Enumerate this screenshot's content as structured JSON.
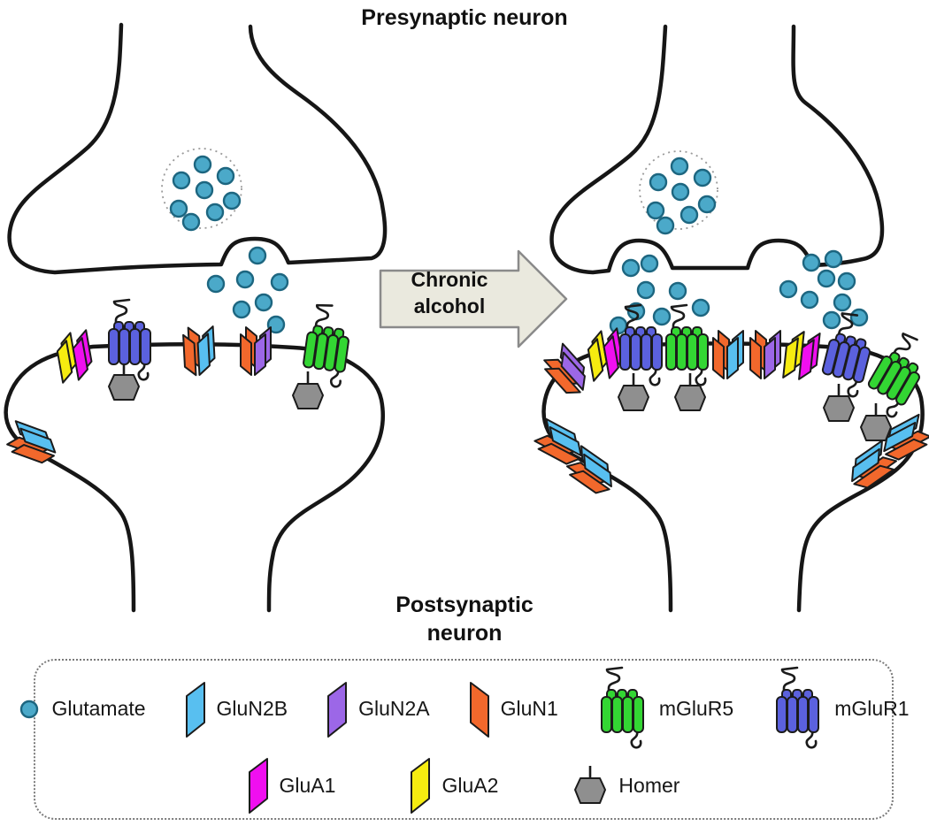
{
  "titles": {
    "presynaptic": "Presynaptic neuron",
    "postsynaptic": "Postsynaptic neuron"
  },
  "arrow": {
    "label_line1": "Chronic",
    "label_line2": "alcohol"
  },
  "legend": {
    "row1": [
      {
        "id": "glutamate",
        "label": "Glutamate",
        "color": "#4BA9C9"
      },
      {
        "id": "glun2b",
        "label": "GluN2B",
        "color": "#58BFF0"
      },
      {
        "id": "glun2a",
        "label": "GluN2A",
        "color": "#9C67E7"
      },
      {
        "id": "glun1",
        "label": "GluN1",
        "color": "#F2682C"
      },
      {
        "id": "mglur5",
        "label": "mGluR5",
        "color": "#33D633"
      },
      {
        "id": "mglur1",
        "label": "mGluR1",
        "color": "#5B61DE"
      }
    ],
    "row2": [
      {
        "id": "glua1",
        "label": "GluA1",
        "color": "#F00FF0"
      },
      {
        "id": "glua2",
        "label": "GluA2",
        "color": "#F6EC10"
      },
      {
        "id": "homer",
        "label": "Homer",
        "color": "#8F8F8F"
      }
    ]
  },
  "colors": {
    "outline": "#1B1B1B",
    "membrane": "#161616",
    "glutamate_fill": "#4BA9C9",
    "glutamate_stroke": "#1D6680",
    "arrow_fill": "#EAE9DE",
    "arrow_stroke": "#8A8A8A",
    "vesicle_dotted": "#9A9A9A"
  },
  "diagram": {
    "panels": [
      {
        "id": "baseline",
        "vesicle_glutamate_count": 8,
        "released_glutamate_count": 7,
        "release_sites": 1,
        "synaptic_receptors": [
          "GluA2/GluA1",
          "mGluR1+Homer",
          "GluN1/GluN2B",
          "GluN1/GluN2A",
          "mGluR5+Homer"
        ],
        "extrasynaptic_receptors": [
          "GluN1/GluN2B"
        ]
      },
      {
        "id": "chronic_alcohol",
        "vesicle_glutamate_count": 8,
        "released_glutamate_count": 17,
        "release_sites": 2,
        "synaptic_receptors": [
          "GluN1/GluN2A",
          "GluA2/GluA1",
          "mGluR1+Homer",
          "mGluR5+Homer",
          "GluN1/GluN2B",
          "GluN1/GluN2A",
          "GluA2/GluA1",
          "mGluR1+Homer",
          "mGluR5+Homer"
        ],
        "extrasynaptic_receptors": [
          "GluN1/GluN2B",
          "GluN1/GluN2B",
          "GluN1/GluN2B",
          "GluN1/GluN2B"
        ]
      }
    ]
  }
}
